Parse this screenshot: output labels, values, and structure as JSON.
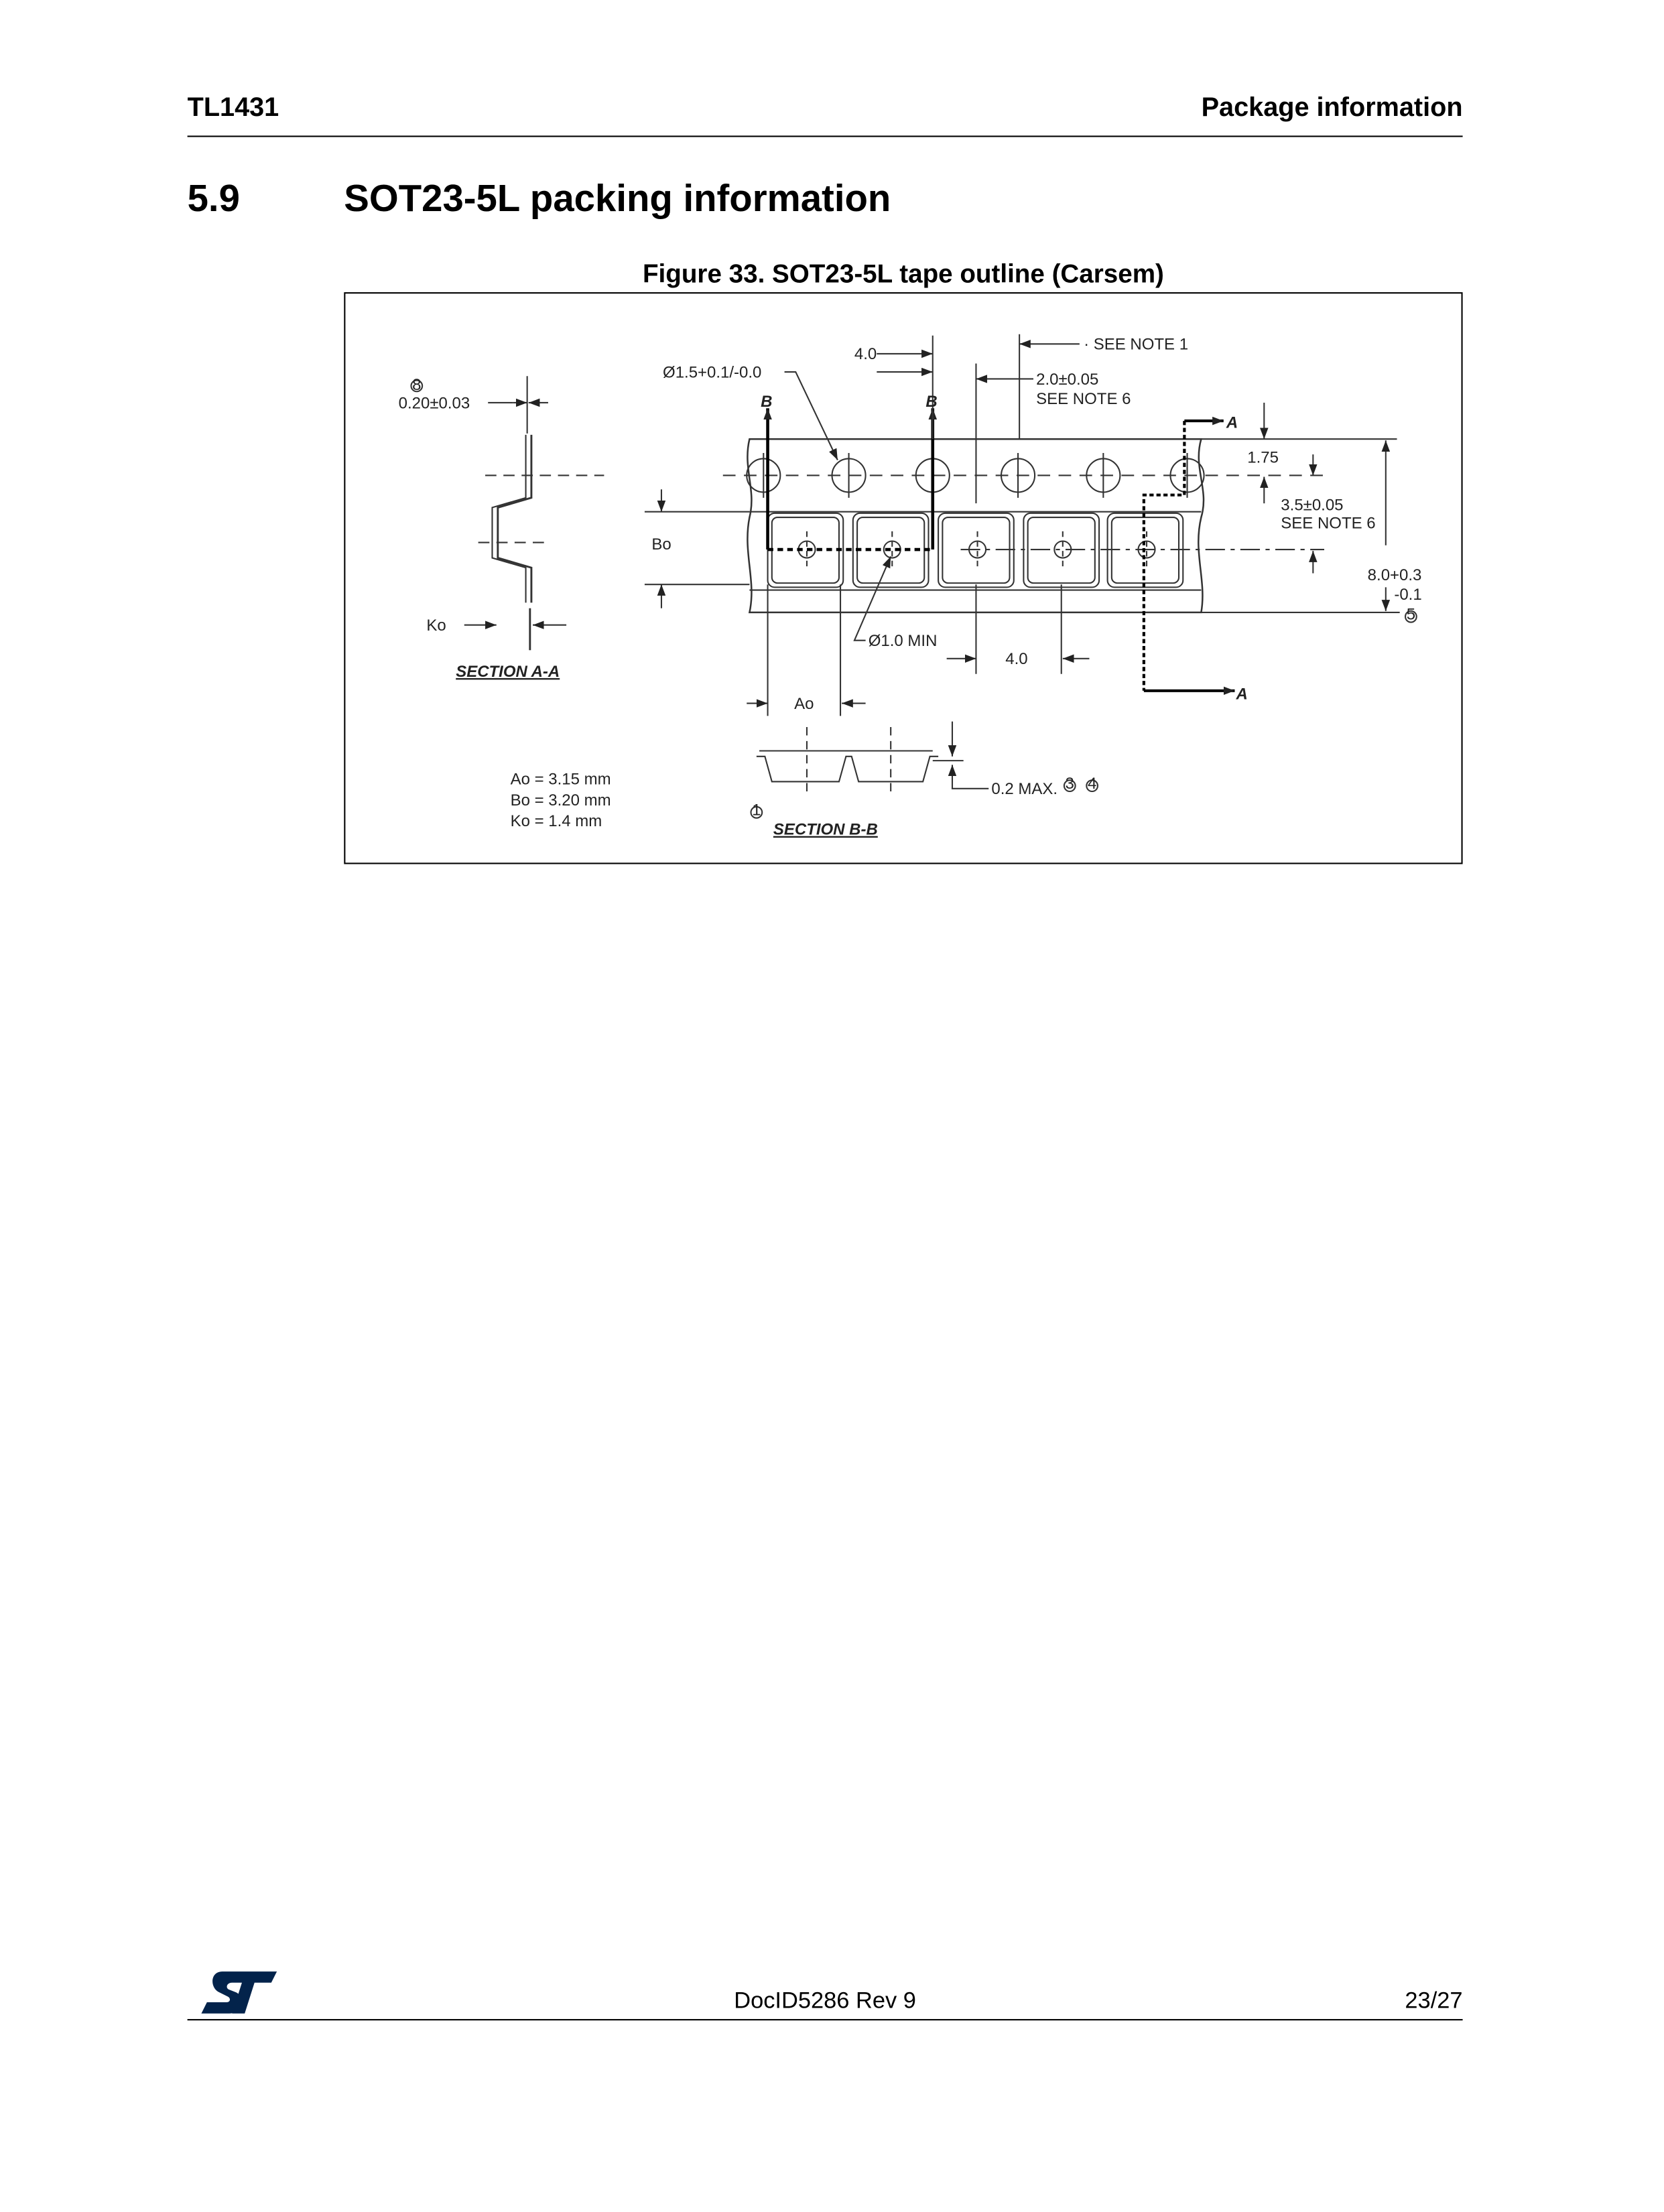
{
  "header": {
    "doc_title": "TL1431",
    "section_name": "Package information"
  },
  "section": {
    "number": "5.9",
    "title": "SOT23-5L packing information"
  },
  "figure": {
    "caption": "Figure 33. SOT23-5L tape outline (Carsem)",
    "labels": {
      "thickness": "0.20±0.03",
      "note8": "8",
      "ko": "Ko",
      "section_aa": "SECTION A-A",
      "hole_dia": "Ø1.5+0.1/-0.0",
      "pitch_top": "4.0",
      "see_note1": "· SEE NOTE 1",
      "pitch_2": "2.0±0.05",
      "see_note6_a": "SEE NOTE 6",
      "b_left": "B",
      "b_right": "B",
      "a_top": "A",
      "a_bottom": "A",
      "bo": "Bo",
      "edge_175": "1.75",
      "offset_35": "3.5±0.05",
      "see_note6_b": "SEE NOTE 6",
      "width_8": "8.0+0.3",
      "width_8_tol": "-0.1",
      "note5": "5",
      "min_hole": "Ø1.0 MIN",
      "pitch_bottom": "4.0",
      "ao": "Ao",
      "max_02": "0.2 MAX.",
      "note3": "3",
      "note4": "4",
      "note1": "1",
      "section_bb": "SECTION B-B",
      "ao_val": "Ao =  3.15 mm",
      "bo_val": "Bo =  3.20 mm",
      "ko_val": "Ko =  1.4 mm"
    }
  },
  "footer": {
    "doc_id": "DocID5286 Rev 9",
    "page": "23/27",
    "logo": "ST"
  },
  "colors": {
    "logo": "#03234b",
    "text": "#000000"
  }
}
